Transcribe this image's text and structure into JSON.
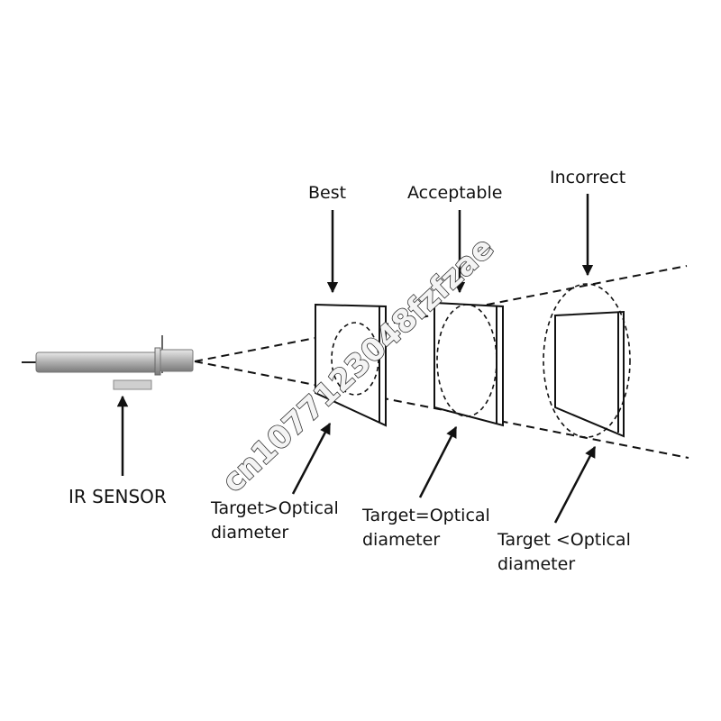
{
  "labels": {
    "best": "Best",
    "acceptable": "Acceptable",
    "incorrect": "Incorrect",
    "sensor": "IR SENSOR",
    "target_greater_line1": "Target>Optical",
    "target_greater_line2": "diameter",
    "target_equal_line1": "Target=Optical",
    "target_equal_line2": "diameter",
    "target_less_line1": "Target <Optical",
    "target_less_line2": "diameter"
  },
  "watermark": "cn1077123048fzfzae",
  "colors": {
    "ink": "#111111",
    "background": "#ffffff",
    "sensor_body": "#b8b8b8"
  }
}
